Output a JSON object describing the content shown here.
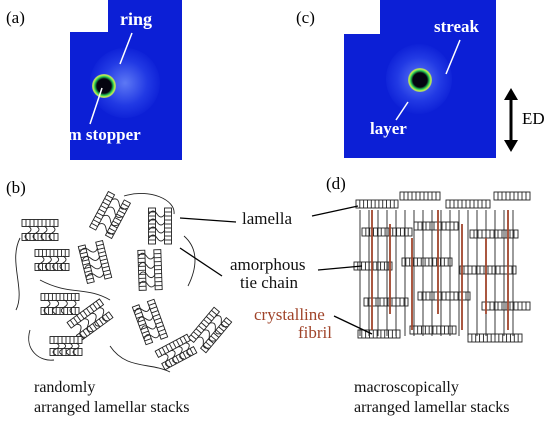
{
  "panels": {
    "a": {
      "letter": "(a)",
      "ring_label": "ring",
      "stopper_label": "beam stopper"
    },
    "b": {
      "letter": "(b)",
      "caption_line1": "randomly",
      "caption_line2": "arranged  lamellar stacks"
    },
    "c": {
      "letter": "(c)",
      "streak_label": "streak",
      "layer_label": "layer",
      "axis_label": "ED"
    },
    "d": {
      "letter": "(d)",
      "caption_line1": "macroscopically",
      "caption_line2": "arranged  lamellar stacks"
    }
  },
  "labels": {
    "lamella": "lamella",
    "amorphous_line1": "amorphous",
    "amorphous_line2": "tie chain",
    "crystalline_line1": "crystalline",
    "crystalline_line2": "fibril"
  },
  "colors": {
    "pattern_background": "#0c1fd6",
    "fibril": "#a0442a",
    "label_text": "#111111"
  },
  "icons": {
    "axis_arrow": "double-headed-vertical-arrow-icon"
  }
}
